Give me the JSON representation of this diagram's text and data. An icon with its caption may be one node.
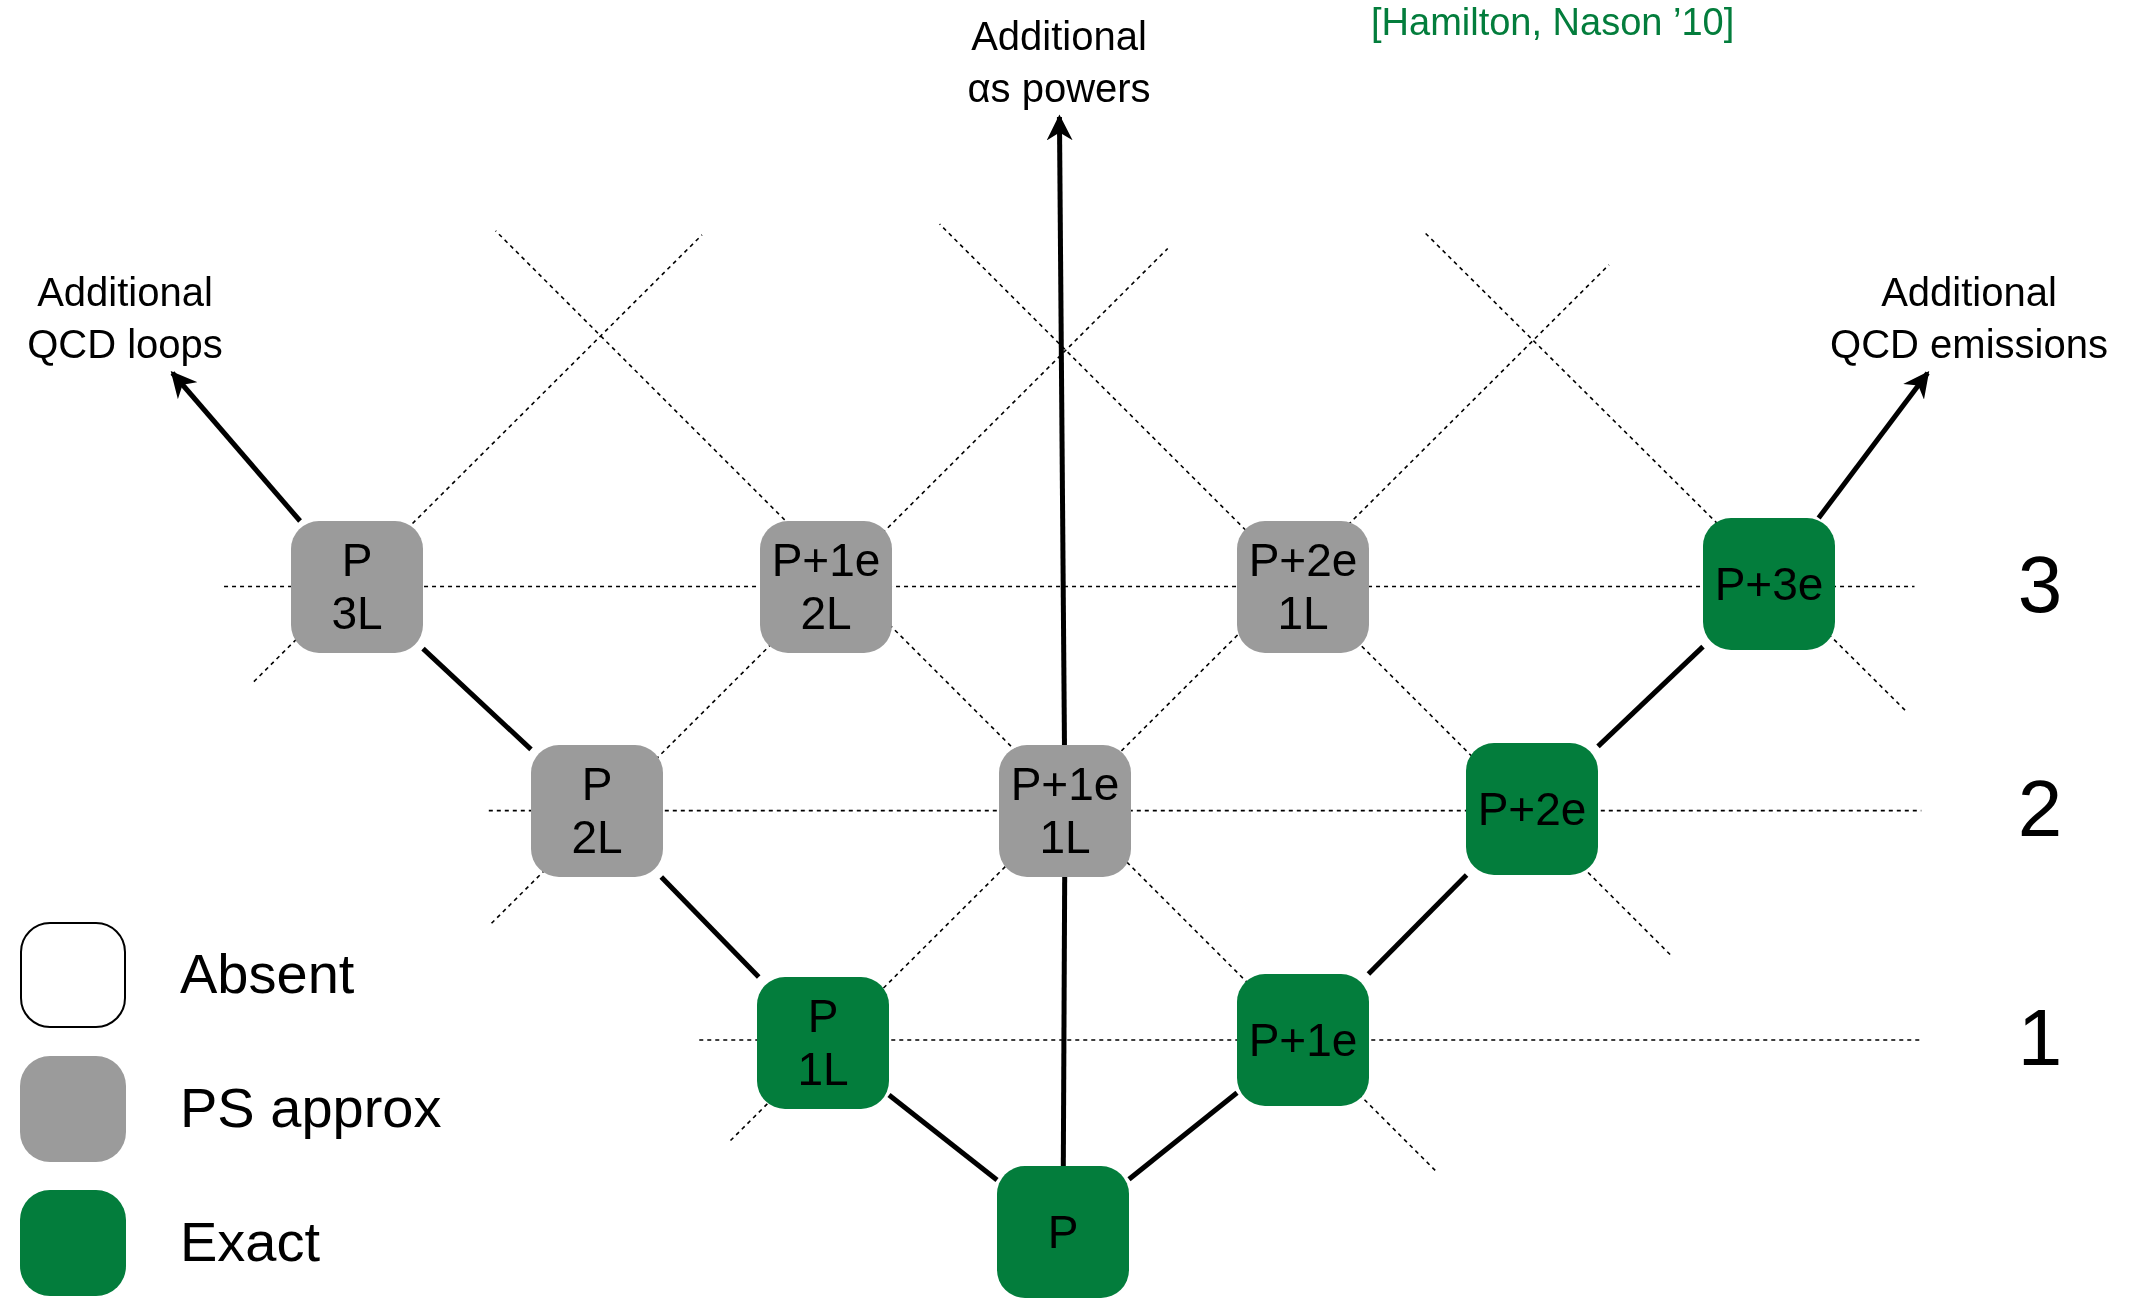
{
  "diagram": {
    "nodes": [
      {
        "text": [
          "Additional",
          "αs powers"
        ]
      },
      {
        "text": [
          "Additional",
          "QCD loops"
        ]
      },
      {
        "text": [
          "Additional",
          "QCD emissions"
        ]
      },
      {
        "text": [
          "P",
          "3L"
        ]
      },
      {
        "text": [
          "P+1e",
          "2L"
        ]
      },
      {
        "text": [
          "P+2e",
          "1L"
        ]
      },
      {
        "text": [
          "P+3e"
        ]
      },
      {
        "text": [
          "P",
          "2L"
        ]
      },
      {
        "text": [
          "P+1e",
          "1L"
        ]
      },
      {
        "text": [
          "P+2e"
        ]
      },
      {
        "text": [
          "P",
          "1L"
        ]
      },
      {
        "text": [
          "P+1e"
        ]
      },
      {
        "text": [
          "P"
        ]
      }
    ],
    "edges": [
      {
        "from": 12,
        "to": 10,
        "arrow": "none"
      },
      {
        "from": 10,
        "to": 7,
        "arrow": "none"
      },
      {
        "from": 7,
        "to": 3,
        "arrow": "none"
      },
      {
        "from": 3,
        "to": 1,
        "arrow": "to"
      },
      {
        "from": 12,
        "to": 11,
        "arrow": "none"
      },
      {
        "from": 11,
        "to": 9,
        "arrow": "none"
      },
      {
        "from": 9,
        "to": 6,
        "arrow": "none"
      },
      {
        "from": 6,
        "to": 2,
        "arrow": "to"
      },
      {
        "from": 12,
        "to": 8,
        "arrow": "none"
      },
      {
        "from": 8,
        "to": 0,
        "arrow": "to"
      }
    ],
    "labels": [
      "[Hamilton, Nason ’10]",
      "3",
      "2",
      "1"
    ],
    "legend": [
      {
        "text": "Absent",
        "color": "#ffffff"
      },
      {
        "text": "PS approx",
        "color": "#9b9b9b"
      },
      {
        "text": "Exact",
        "color": "#037d3c"
      }
    ]
  }
}
